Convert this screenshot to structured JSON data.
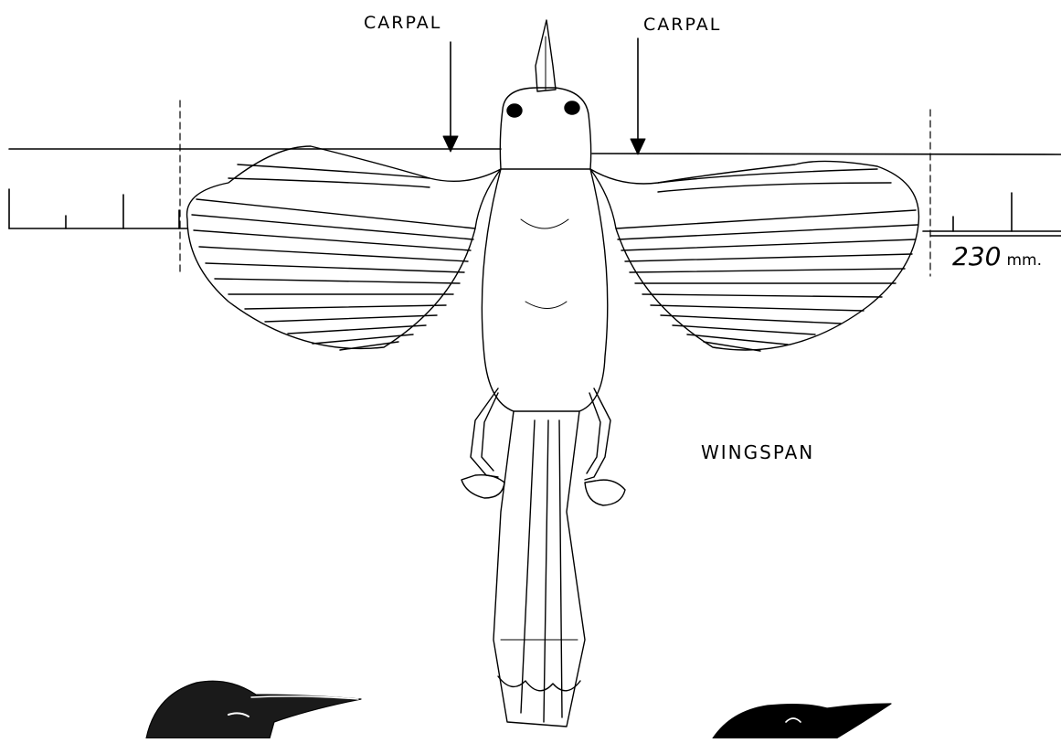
{
  "labels": {
    "carpal_left": "CARPAL",
    "carpal_right": "CARPAL",
    "wingspan": "WINGSPAN",
    "measurement_value": "230",
    "measurement_unit": "mm."
  },
  "colors": {
    "ink": "#000000",
    "paper": "#ffffff",
    "head_shading": "#1a1a1a"
  },
  "icons": [
    "bird-illustration",
    "carpal-arrow",
    "measuring-ruler",
    "bird-head-silhouette"
  ]
}
